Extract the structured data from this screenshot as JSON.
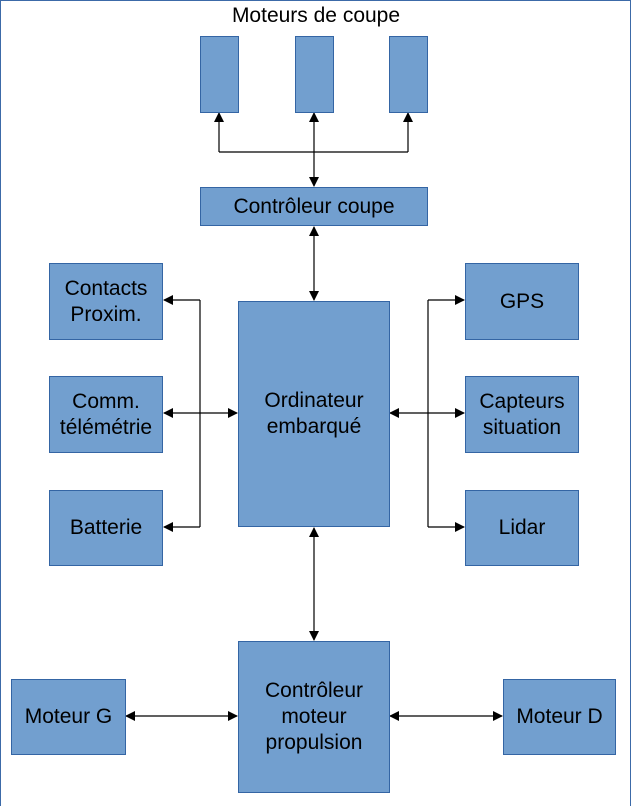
{
  "title": "Moteurs de coupe",
  "boxes": {
    "controleur_coupe": "Contrôleur coupe",
    "contacts": "Contacts\nProxim.",
    "comm": "Comm.\ntélémétrie",
    "batterie": "Batterie",
    "ordinateur": "Ordinateur\nembarqué",
    "gps": "GPS",
    "capteurs": "Capteurs\nsituation",
    "lidar": "Lidar",
    "moteur_g": "Moteur G",
    "controleur_propulsion": "Contrôleur\nmoteur\npropulsion",
    "moteur_d": "Moteur D"
  },
  "colors": {
    "box_fill": "#729fcf",
    "box_border": "#3465a4",
    "line": "#000000"
  }
}
